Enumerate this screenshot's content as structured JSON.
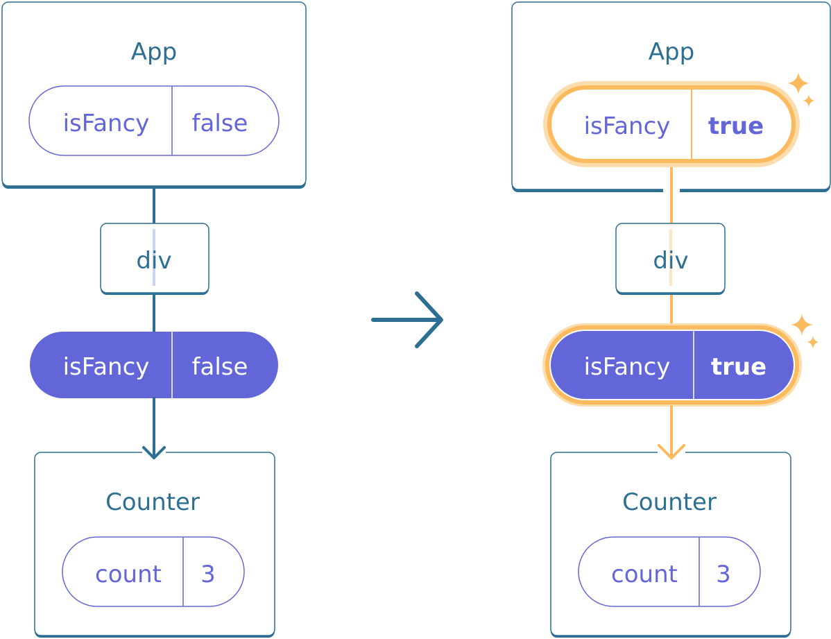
{
  "colors": {
    "node_border": "#2c6f93",
    "prop": "#6366d8",
    "highlight": "#fbba5e",
    "glow": "#fddcab"
  },
  "before": {
    "app": {
      "title": "App",
      "prop_name": "isFancy",
      "prop_value": "false"
    },
    "div": {
      "title": "div"
    },
    "fancy_prop": {
      "prop_name": "isFancy",
      "prop_value": "false"
    },
    "counter": {
      "title": "Counter",
      "state_name": "count",
      "state_value": "3"
    }
  },
  "after": {
    "app": {
      "title": "App",
      "prop_name": "isFancy",
      "prop_value": "true"
    },
    "div": {
      "title": "div"
    },
    "fancy_prop": {
      "prop_name": "isFancy",
      "prop_value": "true"
    },
    "counter": {
      "title": "Counter",
      "state_name": "count",
      "state_value": "3"
    }
  },
  "icons": {
    "transition": "arrow-right-icon",
    "changed": "sparkle-icon"
  }
}
